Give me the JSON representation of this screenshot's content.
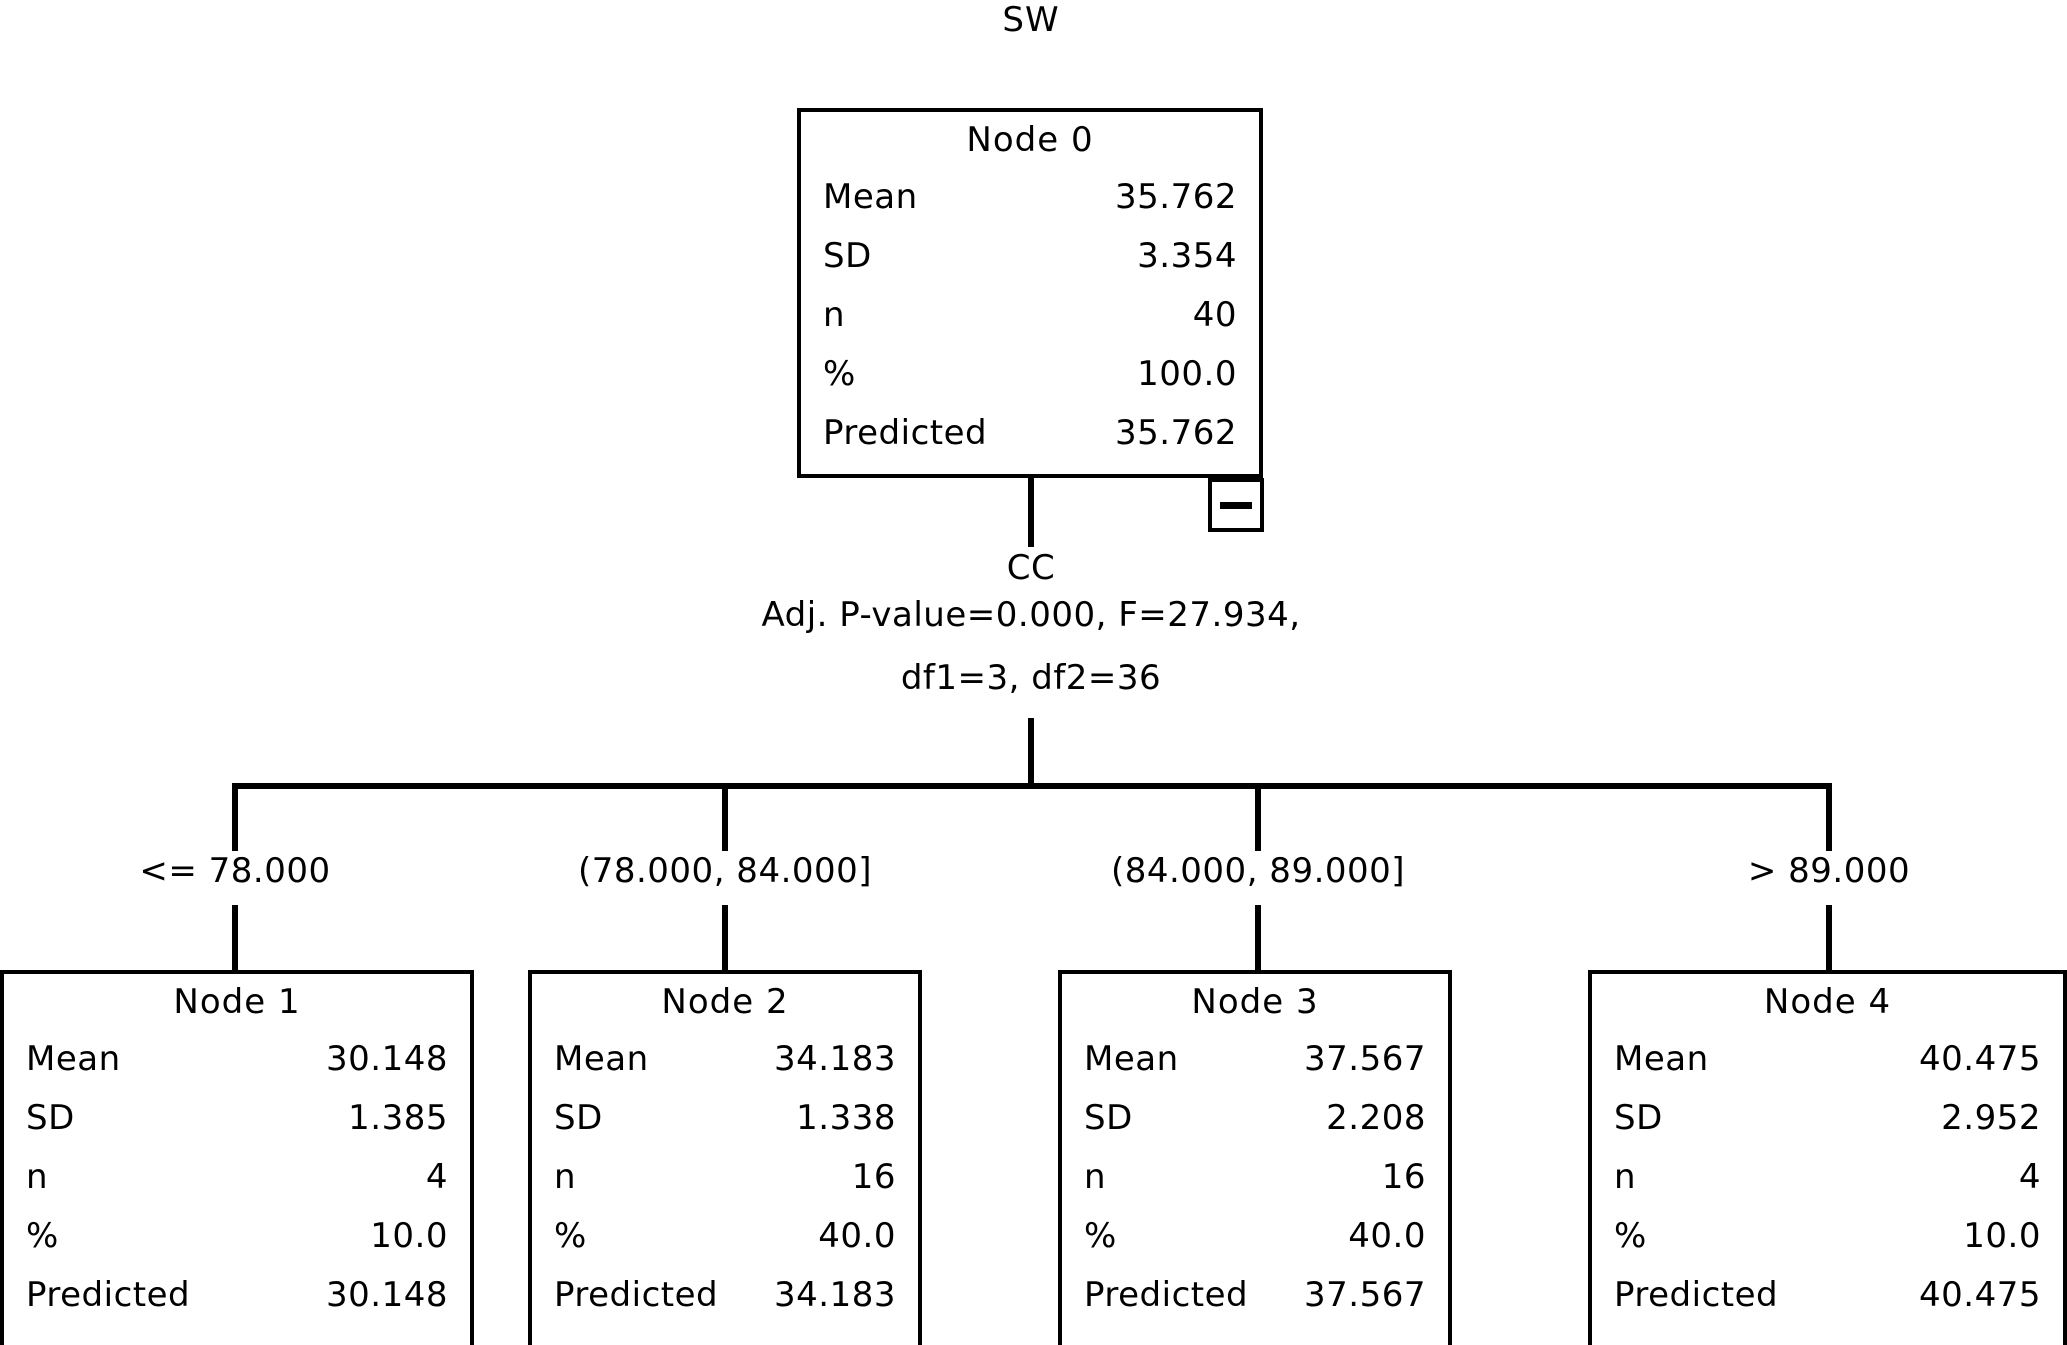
{
  "title": "SW",
  "row_labels": [
    "Mean",
    "SD",
    "n",
    "%",
    "Predicted"
  ],
  "root": {
    "title": "Node 0",
    "mean": "35.762",
    "sd": "3.354",
    "n": "40",
    "pct": "100.0",
    "predicted": "35.762",
    "collapse_glyph": "minus-icon"
  },
  "split": {
    "variable": "CC",
    "stats_line1": "Adj. P-value=0.000, F=27.934,",
    "stats_line2": "df1=3, df2=36"
  },
  "edges": [
    {
      "label": "<= 78.000"
    },
    {
      "label": "(78.000, 84.000]"
    },
    {
      "label": "(84.000, 89.000]"
    },
    {
      "label": "> 89.000"
    }
  ],
  "children": [
    {
      "title": "Node 1",
      "mean": "30.148",
      "sd": "1.385",
      "n": "4",
      "pct": "10.0",
      "predicted": "30.148"
    },
    {
      "title": "Node 2",
      "mean": "34.183",
      "sd": "1.338",
      "n": "16",
      "pct": "40.0",
      "predicted": "34.183"
    },
    {
      "title": "Node 3",
      "mean": "37.567",
      "sd": "2.208",
      "n": "16",
      "pct": "40.0",
      "predicted": "37.567"
    },
    {
      "title": "Node 4",
      "mean": "40.475",
      "sd": "2.952",
      "n": "4",
      "pct": "10.0",
      "predicted": "40.475"
    }
  ],
  "chart_data": {
    "type": "diagram",
    "diagram_type": "decision-tree",
    "target_variable": "SW",
    "root": {
      "id": 0,
      "label": "Node 0",
      "mean": 35.762,
      "sd": 3.354,
      "n": 40,
      "percent": 100.0,
      "predicted": 35.762
    },
    "split_variable": "CC",
    "split_stats": {
      "adj_p_value": 0.0,
      "F": 27.934,
      "df1": 3,
      "df2": 36
    },
    "branches": [
      {
        "condition": "<= 78.000",
        "node": {
          "id": 1,
          "label": "Node 1",
          "mean": 30.148,
          "sd": 1.385,
          "n": 4,
          "percent": 10.0,
          "predicted": 30.148
        }
      },
      {
        "condition": "(78.000, 84.000]",
        "node": {
          "id": 2,
          "label": "Node 2",
          "mean": 34.183,
          "sd": 1.338,
          "n": 16,
          "percent": 40.0,
          "predicted": 34.183
        }
      },
      {
        "condition": "(84.000, 89.000]",
        "node": {
          "id": 3,
          "label": "Node 3",
          "mean": 37.567,
          "sd": 2.208,
          "n": 16,
          "percent": 40.0,
          "predicted": 37.567
        }
      },
      {
        "condition": "> 89.000",
        "node": {
          "id": 4,
          "label": "Node 4",
          "mean": 40.475,
          "sd": 2.952,
          "n": 4,
          "percent": 10.0,
          "predicted": 40.475
        }
      }
    ]
  }
}
